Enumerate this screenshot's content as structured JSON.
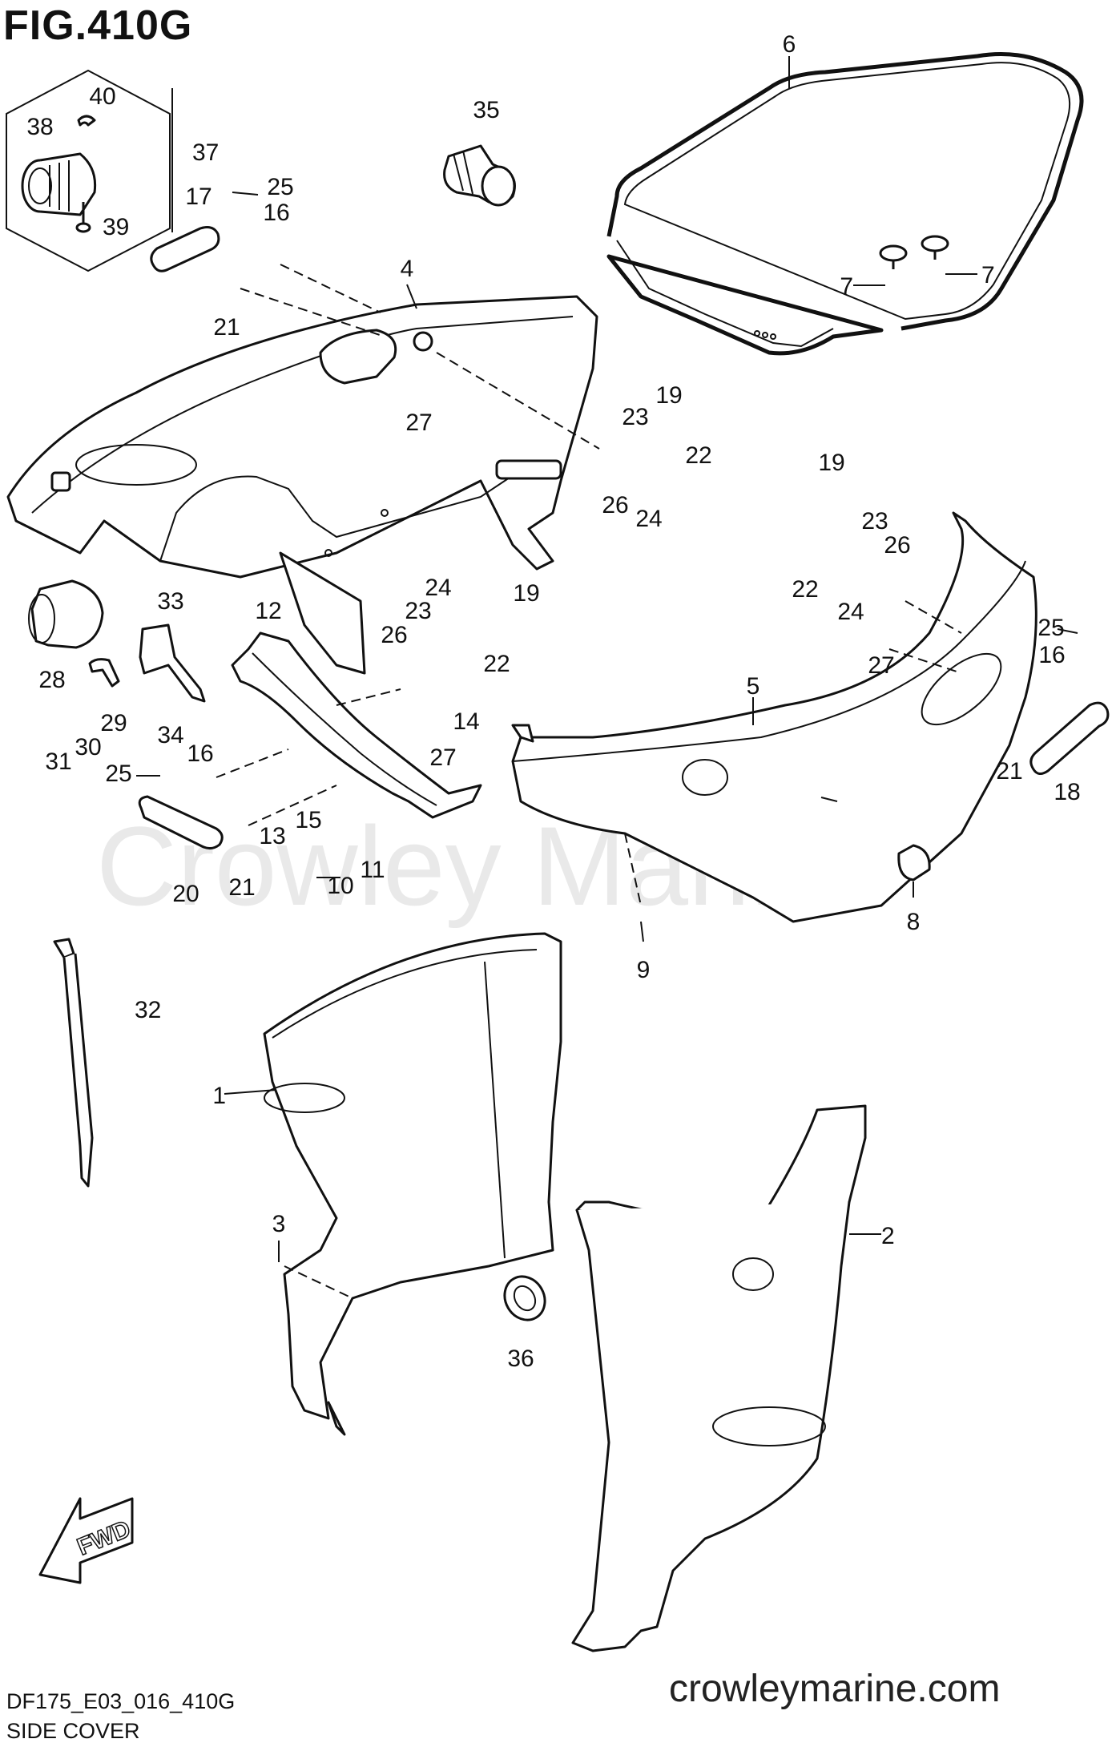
{
  "header": {
    "title": "FIG.410G"
  },
  "footer": {
    "code": "DF175_E03_016_410G",
    "caption": "SIDE COVER",
    "website": "crowleymarine.com",
    "watermark": "Crowley Marine"
  },
  "fwd_arrow": {
    "label": "FWD"
  },
  "callouts": [
    {
      "id": "c1",
      "number": "1"
    },
    {
      "id": "c2",
      "number": "2"
    },
    {
      "id": "c3",
      "number": "3"
    },
    {
      "id": "c4",
      "number": "4"
    },
    {
      "id": "c5",
      "number": "5"
    },
    {
      "id": "c6",
      "number": "6"
    },
    {
      "id": "c7a",
      "number": "7"
    },
    {
      "id": "c7b",
      "number": "7"
    },
    {
      "id": "c8",
      "number": "8"
    },
    {
      "id": "c9",
      "number": "9"
    },
    {
      "id": "c10",
      "number": "10"
    },
    {
      "id": "c11",
      "number": "11"
    },
    {
      "id": "c12",
      "number": "12"
    },
    {
      "id": "c13",
      "number": "13"
    },
    {
      "id": "c14",
      "number": "14"
    },
    {
      "id": "c15",
      "number": "15"
    },
    {
      "id": "c16a",
      "number": "16"
    },
    {
      "id": "c16b",
      "number": "16"
    },
    {
      "id": "c16c",
      "number": "16"
    },
    {
      "id": "c17",
      "number": "17"
    },
    {
      "id": "c18",
      "number": "18"
    },
    {
      "id": "c19a",
      "number": "19"
    },
    {
      "id": "c19b",
      "number": "19"
    },
    {
      "id": "c19c",
      "number": "19"
    },
    {
      "id": "c20",
      "number": "20"
    },
    {
      "id": "c21a",
      "number": "21"
    },
    {
      "id": "c21b",
      "number": "21"
    },
    {
      "id": "c21c",
      "number": "21"
    },
    {
      "id": "c22a",
      "number": "22"
    },
    {
      "id": "c22b",
      "number": "22"
    },
    {
      "id": "c22c",
      "number": "22"
    },
    {
      "id": "c23a",
      "number": "23"
    },
    {
      "id": "c23b",
      "number": "23"
    },
    {
      "id": "c23c",
      "number": "23"
    },
    {
      "id": "c24a",
      "number": "24"
    },
    {
      "id": "c24b",
      "number": "24"
    },
    {
      "id": "c24c",
      "number": "24"
    },
    {
      "id": "c25a",
      "number": "25"
    },
    {
      "id": "c25b",
      "number": "25"
    },
    {
      "id": "c25c",
      "number": "25"
    },
    {
      "id": "c26a",
      "number": "26"
    },
    {
      "id": "c26b",
      "number": "26"
    },
    {
      "id": "c26c",
      "number": "26"
    },
    {
      "id": "c27a",
      "number": "27"
    },
    {
      "id": "c27b",
      "number": "27"
    },
    {
      "id": "c27c",
      "number": "27"
    },
    {
      "id": "c28",
      "number": "28"
    },
    {
      "id": "c29",
      "number": "29"
    },
    {
      "id": "c30",
      "number": "30"
    },
    {
      "id": "c31",
      "number": "31"
    },
    {
      "id": "c32",
      "number": "32"
    },
    {
      "id": "c33",
      "number": "33"
    },
    {
      "id": "c34",
      "number": "34"
    },
    {
      "id": "c35",
      "number": "35"
    },
    {
      "id": "c36",
      "number": "36"
    },
    {
      "id": "c37",
      "number": "37"
    },
    {
      "id": "c38",
      "number": "38"
    },
    {
      "id": "c39",
      "number": "39"
    },
    {
      "id": "c40",
      "number": "40"
    }
  ]
}
